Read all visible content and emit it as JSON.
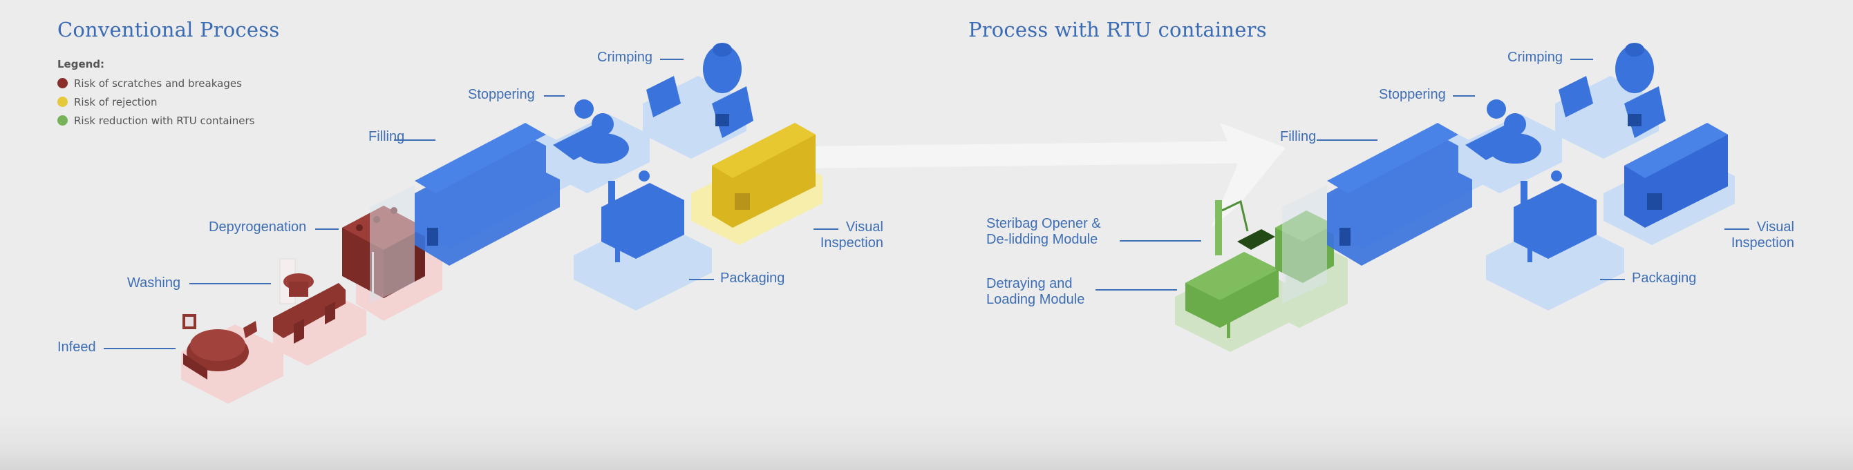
{
  "diagram": {
    "left_title": "Conventional Process",
    "right_title": "Process with RTU containers",
    "legend": {
      "title": "Legend:",
      "items": [
        {
          "label": "Risk of scratches and breakages",
          "color": "#8b2e2a"
        },
        {
          "label": "Risk of rejection",
          "color": "#e6c93a"
        },
        {
          "label": "Risk reduction with RTU containers",
          "color": "#76b358"
        }
      ]
    },
    "conventional": {
      "labels": {
        "infeed": "Infeed",
        "washing": "Washing",
        "depyrogenation": "Depyrogenation",
        "filling": "Filling",
        "stoppering": "Stoppering",
        "crimping": "Crimping",
        "visual_inspection_1": "Visual",
        "visual_inspection_2": "Inspection",
        "packaging": "Packaging"
      }
    },
    "rtu": {
      "labels": {
        "steribag_1": "Steribag Opener &",
        "steribag_2": "De-lidding Module",
        "detraying_1": "Detraying and",
        "detraying_2": "Loading Module",
        "filling": "Filling",
        "stoppering": "Stoppering",
        "crimping": "Crimping",
        "visual_inspection_1": "Visual",
        "visual_inspection_2": "Inspection",
        "packaging": "Packaging"
      }
    },
    "colors": {
      "risk_red": "#8b2e2a",
      "risk_yellow": "#e6c93a",
      "rtu_green": "#76b358",
      "machine_blue": "#3b73dc",
      "label_blue": "#3e6eb5"
    }
  }
}
